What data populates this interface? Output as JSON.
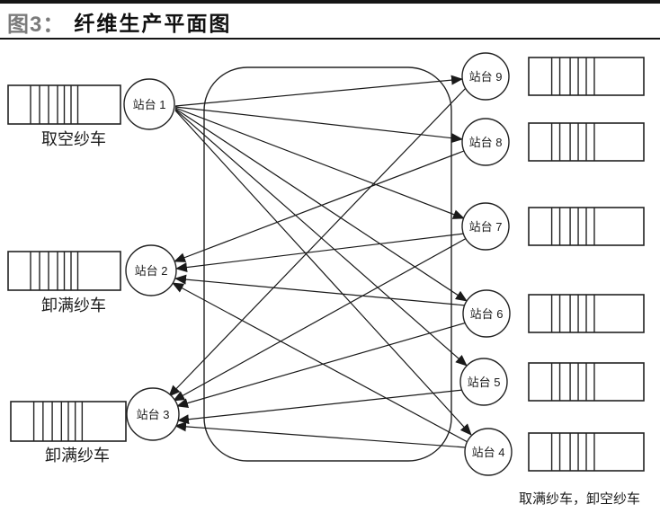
{
  "header": {
    "figure_label": "图3：",
    "title": "纤维生产平面图"
  },
  "left_platforms": [
    {
      "id": "p1",
      "label": "站台 1",
      "cart_caption": "取空纱车"
    },
    {
      "id": "p2",
      "label": "站台 2",
      "cart_caption": "卸满纱车"
    },
    {
      "id": "p3",
      "label": "站台 3",
      "cart_caption": "卸满纱车"
    }
  ],
  "right_platforms": [
    {
      "id": "p9",
      "label": "站台 9"
    },
    {
      "id": "p8",
      "label": "站台 8"
    },
    {
      "id": "p7",
      "label": "站台 7"
    },
    {
      "id": "p6",
      "label": "站台 6"
    },
    {
      "id": "p5",
      "label": "站台 5"
    },
    {
      "id": "p4",
      "label": "站台 4"
    }
  ],
  "footer_note": "取满纱车，卸空纱车",
  "edges": [
    [
      "p1",
      "p9"
    ],
    [
      "p1",
      "p8"
    ],
    [
      "p1",
      "p7"
    ],
    [
      "p1",
      "p6"
    ],
    [
      "p1",
      "p5"
    ],
    [
      "p1",
      "p4"
    ],
    [
      "p8",
      "p2"
    ],
    [
      "p7",
      "p2"
    ],
    [
      "p6",
      "p2"
    ],
    [
      "p4",
      "p2"
    ],
    [
      "p9",
      "p3"
    ],
    [
      "p7",
      "p3"
    ],
    [
      "p6",
      "p3"
    ],
    [
      "p5",
      "p3"
    ],
    [
      "p4",
      "p3"
    ]
  ],
  "colors": {
    "line": "#1a1a1a",
    "figure_label": "#7b7b7b",
    "title": "#111111"
  }
}
